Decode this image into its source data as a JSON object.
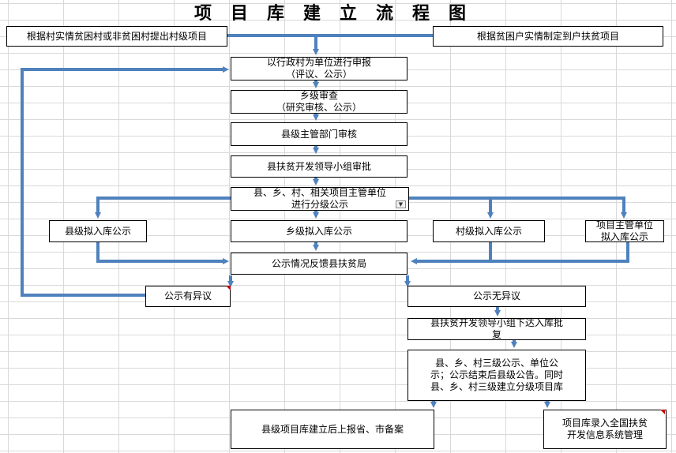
{
  "title": "项目库建立流程图",
  "colors": {
    "arrow": "#4f81bd",
    "flag": "#c00000"
  },
  "nodes": {
    "village_proposal": "根据村实情贫困村或非贫困村提出村级项目",
    "household_project": "根据贫困户实情制定到户扶贫项目",
    "admin_village_report": "以行政村为单位进行申报\n（评议、公示）",
    "township_review": "乡级审查\n（研究审核、公示）",
    "county_dept_review": "县级主管部门审核",
    "county_leader_approve": "县扶贫开发领导小组审批",
    "graded_publicity": "县、乡、村、相关项目主管单位\n进行分级公示",
    "county_publicity": "县级拟入库公示",
    "township_publicity": "乡级拟入库公示",
    "village_publicity": "村级拟入库公示",
    "unit_publicity": "项目主管单位\n拟入库公示",
    "feedback": "公示情况反馈县扶贫局",
    "objection": "公示有异议",
    "no_objection": "公示无异议",
    "approval_issue": "县扶贫开发领导小组下达入库批\n复",
    "three_level_publicity": "县、乡、村三级公示、单位公\n示；公示结束后县级公告。同时\n县、乡、村三级建立分级项目库",
    "report_filing": "县级项目库建立后上报省、市备案",
    "system_entry": "项目库录入全国扶贫\n开发信息系统管理"
  }
}
